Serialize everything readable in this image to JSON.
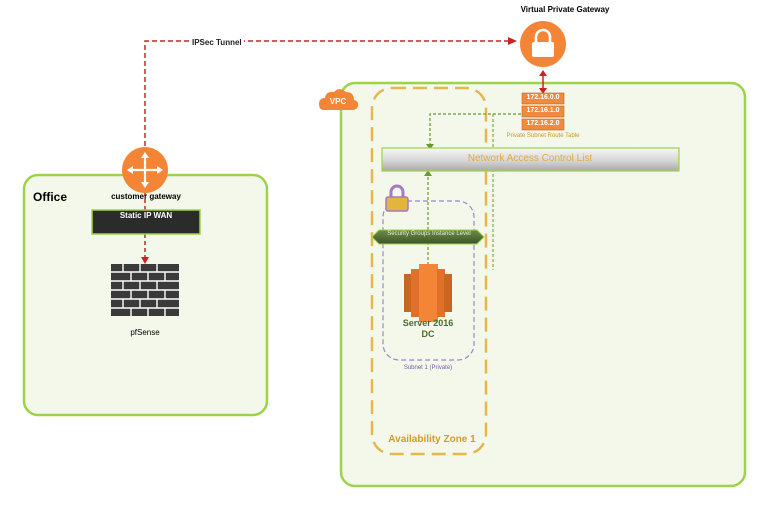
{
  "office": {
    "title": "Office"
  },
  "customer_gateway": {
    "label": "customer gateway",
    "wan_label": "Static IP WAN"
  },
  "pfsense": {
    "label": "pfSense"
  },
  "tunnel": {
    "label": "IPSec Tunnel"
  },
  "virtual_private_gateway": {
    "label": "Virtual Private Gateway"
  },
  "vpc": {
    "label": "VPC"
  },
  "route_table": {
    "title": "Private Subnet Route Table",
    "routes": [
      "172.16.0.0",
      "172.16.1.0",
      "172.16.2.0"
    ]
  },
  "nacl": {
    "label": "Network Access Control List"
  },
  "security_group": {
    "label": "Security Groups Instance Level"
  },
  "server": {
    "label": "Server 2016 DC"
  },
  "subnet": {
    "label": "Subnet 1 (Private)"
  },
  "availability_zone": {
    "label": "Availability Zone 1"
  },
  "colors": {
    "office_border": "#9cd34a",
    "vpc_border": "#9cd34a",
    "container_fill": "#f3f8ea",
    "az_border": "#e5b74c",
    "subnet_border": "#9b84c8",
    "tunnel_line": "#cc2222",
    "connector_line": "#6a9a2a",
    "orange": "#f58536",
    "route_fill": "#f08a3c"
  },
  "icons": [
    "router-icon",
    "lock-icon",
    "brick-wall-icon",
    "cloud-icon",
    "ec2-instance-icon",
    "padlock-icon"
  ]
}
